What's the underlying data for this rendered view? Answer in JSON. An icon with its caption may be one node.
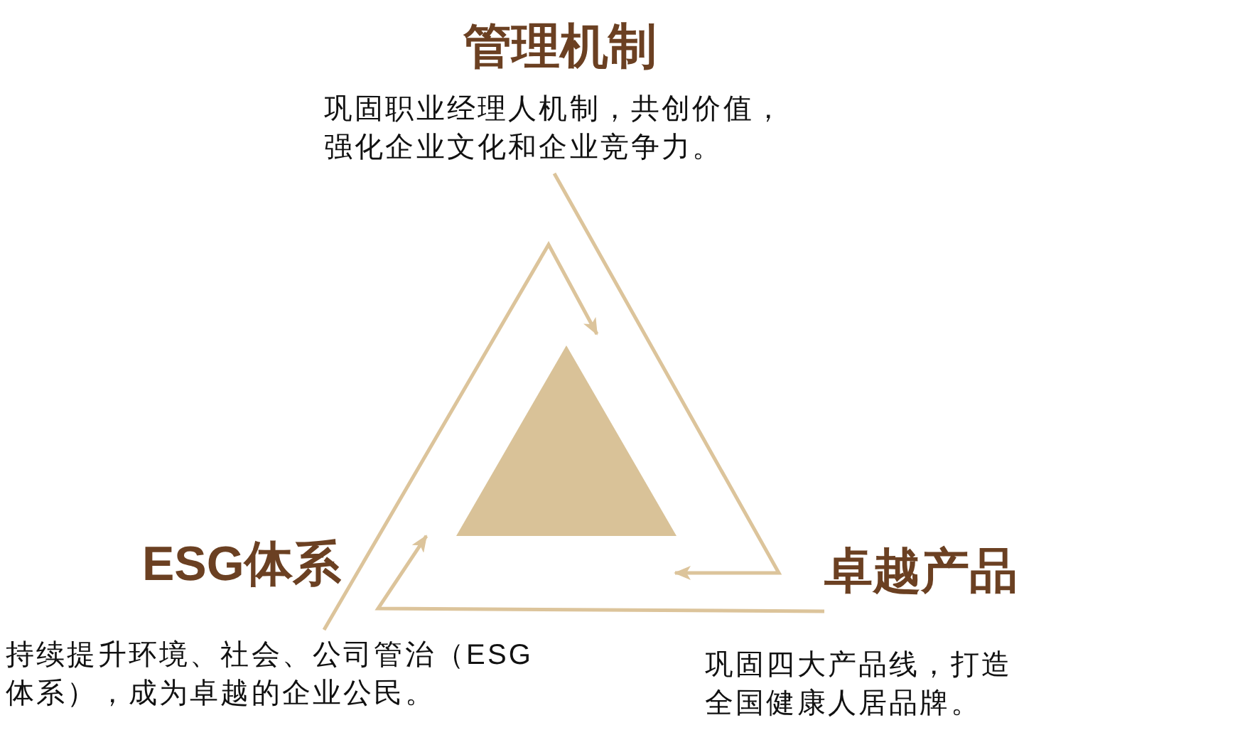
{
  "diagram": {
    "nodes": [
      {
        "text": [
          "管理机制",
          "巩固职业经理人机制，共创价值，强化企业文化和企业竞争力。"
        ]
      },
      {
        "text": [],
        "shape": "triangle"
      },
      {
        "text": [
          "ESG体系",
          "持续提升环境、社会、公司管治（ESG体系），成为卓越的企业公民。"
        ]
      },
      {
        "text": [
          "卓越产品",
          "巩固四大产品线，打造全国健康人居品牌。"
        ]
      }
    ],
    "edges": [
      {
        "from": 0,
        "to": 1,
        "arrow": "to"
      },
      {
        "from": 3,
        "to": 1,
        "arrow": "to"
      },
      {
        "from": 2,
        "to": 1,
        "arrow": "to"
      }
    ]
  }
}
